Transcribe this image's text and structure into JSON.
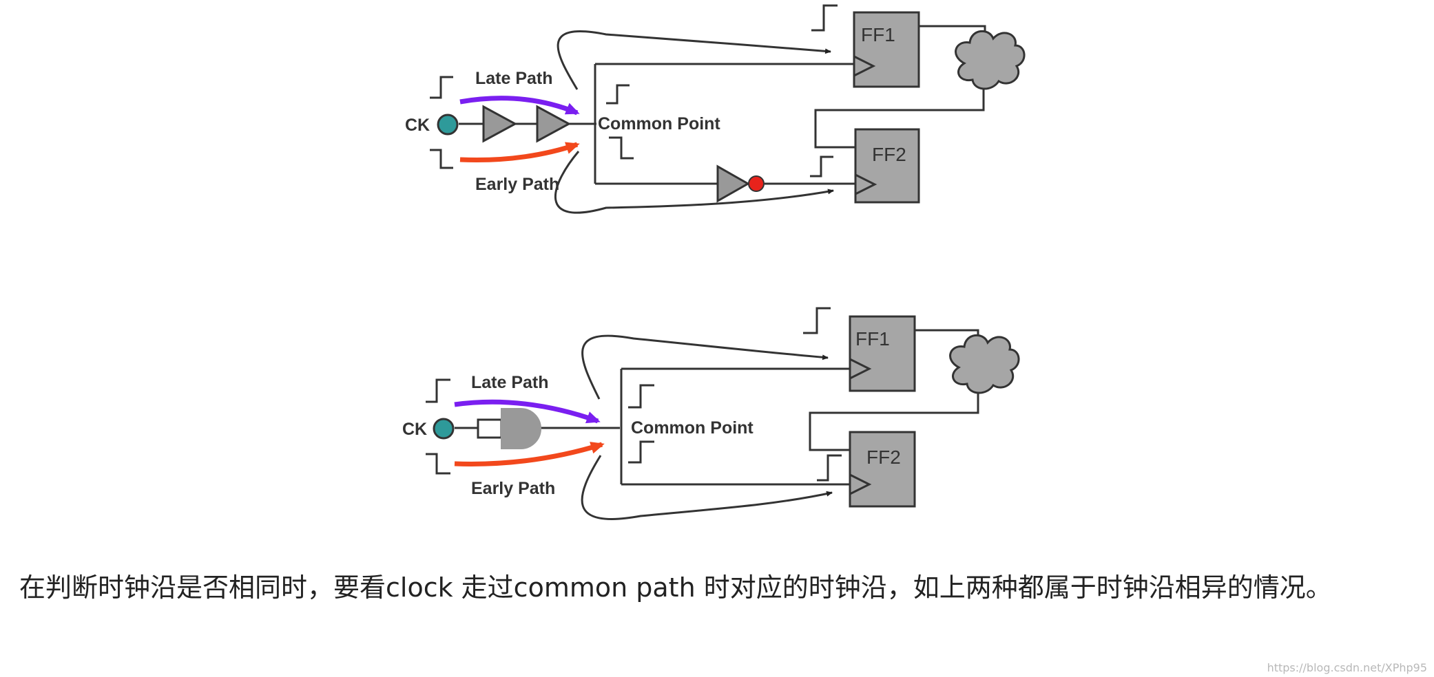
{
  "diagrams": [
    {
      "labels": {
        "clock": "CK",
        "late_path": "Late Path",
        "early_path": "Early Path",
        "common_point": "Common Point",
        "ff1": "FF1",
        "ff2": "FF2"
      },
      "common_cell": "buffer-chain",
      "ff2_path_cell": "inverter"
    },
    {
      "labels": {
        "clock": "CK",
        "late_path": "Late Path",
        "early_path": "Early Path",
        "common_point": "Common Point",
        "ff1": "FF1",
        "ff2": "FF2"
      },
      "common_cell": "and-gate",
      "ff2_path_cell": "none"
    }
  ],
  "colors": {
    "late_arrow": "#7a1ff0",
    "early_arrow": "#f2481c",
    "clock_node": "#2e9a9a",
    "bubble": "#e8231c",
    "flop_fill": "#a6a6a6",
    "gate_fill": "#999999"
  },
  "caption": "在判断时钟沿是否相同时，要看clock 走过common path 时对应的时钟沿，如上两种都属于时钟沿相异的情况。",
  "watermark": "https://blog.csdn.net/XPhp95"
}
